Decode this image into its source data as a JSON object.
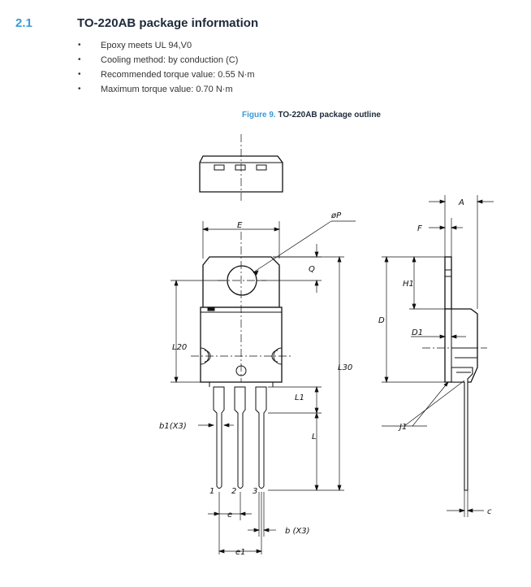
{
  "section": {
    "number": "2.1",
    "title": "TO-220AB package information"
  },
  "bullets": [
    "Epoxy meets UL 94,V0",
    "Cooling method: by conduction (C)",
    "Recommended torque value: 0.55 N·m",
    "Maximum torque value: 0.70 N·m"
  ],
  "figure": {
    "number": "Figure 9.",
    "title": "TO-220AB package outline"
  },
  "dimension_labels": {
    "A": "A",
    "E": "E",
    "F": "F",
    "oP": "øP",
    "Q": "Q",
    "H1": "H1",
    "D": "D",
    "D1": "D1",
    "L20": "L20",
    "L30": "L30",
    "L1": "L1",
    "b1": "b1(X3)",
    "L": "L",
    "J1": "J1",
    "e": "e",
    "e1": "e1",
    "b": "b  (X3)",
    "c": "c"
  },
  "pin_labels": [
    "1",
    "2",
    "3"
  ]
}
